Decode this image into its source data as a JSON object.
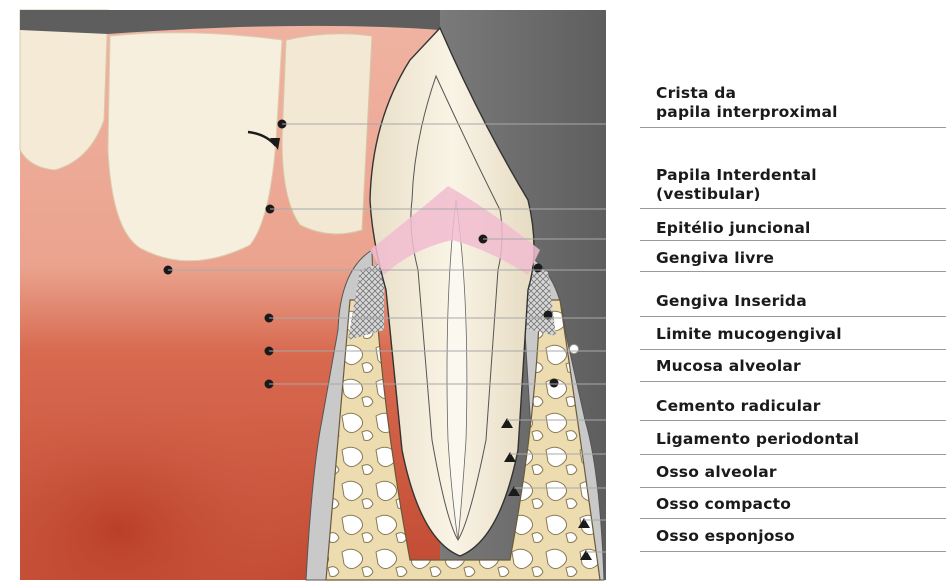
{
  "labels": [
    {
      "id": "crista",
      "line1": "Crista da",
      "line2": "papila interproximal"
    },
    {
      "id": "papila",
      "line1": "Papila Interdental",
      "line2": "(vestibular)"
    },
    {
      "id": "epitelio",
      "line1": "Epitélio juncional"
    },
    {
      "id": "gengiva-livre",
      "line1": "Gengiva livre"
    },
    {
      "id": "gengiva-inserida",
      "line1": "Gengiva Inserida"
    },
    {
      "id": "limite",
      "line1": "Limite mucogengival"
    },
    {
      "id": "mucosa",
      "line1": "Mucosa alveolar"
    },
    {
      "id": "cemento",
      "line1": "Cemento radicular"
    },
    {
      "id": "ligamento",
      "line1": "Ligamento periodontal"
    },
    {
      "id": "osso-alveolar",
      "line1": "Osso alveolar"
    },
    {
      "id": "osso-compacto",
      "line1": "Osso compacto"
    },
    {
      "id": "osso-esponjoso",
      "line1": "Osso esponjoso"
    }
  ],
  "colors": {
    "gum": "#e49a86",
    "mucosa": "#c8553c",
    "enamel": "#f3ead6",
    "bone": "#ecdcb0",
    "junctional_epithelium": "#f1bcd0",
    "background_dark": "#6b6b6b"
  }
}
